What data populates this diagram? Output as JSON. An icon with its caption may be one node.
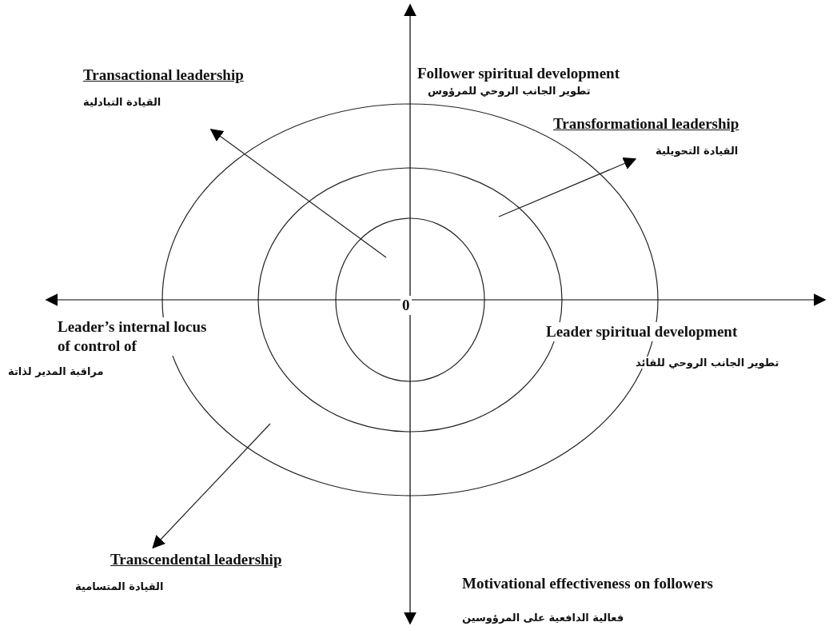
{
  "diagram": {
    "nodes": [
      {
        "text": [
          "Transactional leadership",
          "القيادة التبادلية"
        ]
      },
      {
        "text": [
          "Transformational leadership",
          "القيادة التحويلية"
        ]
      },
      {
        "text": [
          "Transcendental leadership",
          "القيادة المتسامية"
        ]
      }
    ],
    "edges": [
      {
        "from": null,
        "to": 0,
        "arrow": "to"
      },
      {
        "from": null,
        "to": 1,
        "arrow": "to"
      },
      {
        "from": null,
        "to": 2,
        "arrow": "to"
      }
    ],
    "labels": [
      "Follower spiritual development",
      "تطوير الجانب الروحي للمرؤوس",
      "0",
      "Leader’s internal locus of control of",
      "Leader spiritual development",
      "مراقبة المدير لذاتة",
      "تطوير الجانب الروحي للقائد",
      "Motivational effectiveness on followers",
      "فعالية الدافعية على المرؤوسين"
    ]
  }
}
